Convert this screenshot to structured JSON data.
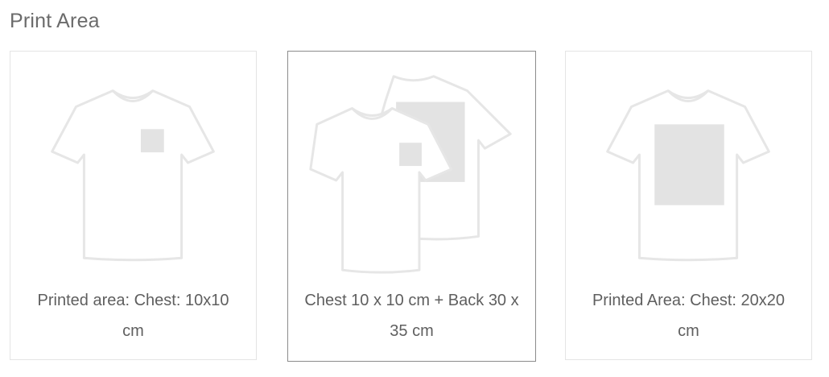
{
  "section": {
    "title": "Print Area"
  },
  "options": [
    {
      "caption": "Printed area: Chest: 10x10 cm",
      "selected": false,
      "icon": "tshirt-chest-small-icon"
    },
    {
      "caption": "Chest 10 x 10 cm + Back 30 x 35 cm",
      "selected": true,
      "icon": "tshirt-front-back-icon"
    },
    {
      "caption": "Printed Area: Chest: 20x20 cm",
      "selected": false,
      "icon": "tshirt-chest-large-icon"
    }
  ],
  "colors": {
    "shirt_outline": "#e6e6e6",
    "print_area_fill": "#e3e3e3",
    "selected_border": "#8c8c8c",
    "card_border": "#e4e4e4",
    "text": "#5f5f5f"
  }
}
